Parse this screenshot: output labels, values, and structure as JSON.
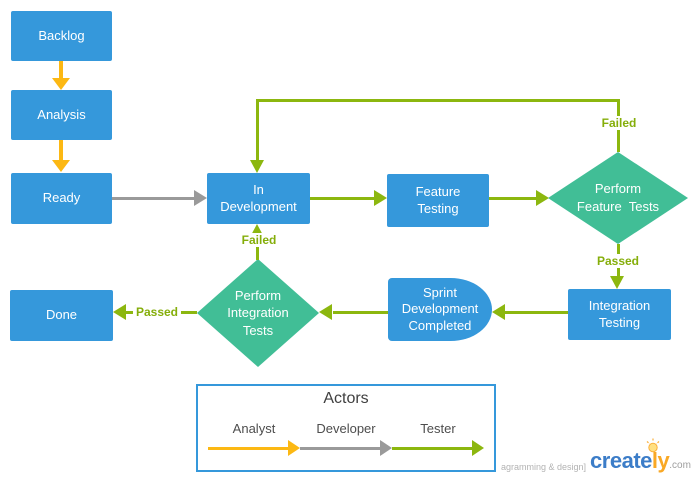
{
  "diagram": {
    "nodes": {
      "backlog": {
        "label": "Backlog",
        "shape": "process",
        "color": "#3598db"
      },
      "analysis": {
        "label": "Analysis",
        "shape": "process",
        "color": "#3598db"
      },
      "ready": {
        "label": "Ready",
        "shape": "process",
        "color": "#3598db"
      },
      "in_development": {
        "label": "In\nDevelopment",
        "shape": "process",
        "color": "#3598db"
      },
      "feature_testing": {
        "label": "Feature\nTesting",
        "shape": "process",
        "color": "#3598db"
      },
      "perform_feature_tests": {
        "label": "Perform\nFeature  Tests",
        "shape": "decision",
        "color": "#41be96"
      },
      "integration_testing": {
        "label": "Integration\nTesting",
        "shape": "process",
        "color": "#3598db"
      },
      "sprint_development_completed": {
        "label": "Sprint\nDevelopment\nCompleted",
        "shape": "delay",
        "color": "#3598db"
      },
      "perform_integration_tests": {
        "label": "Perform\nIntegration\nTests",
        "shape": "decision",
        "color": "#41be96"
      },
      "done": {
        "label": "Done",
        "shape": "process",
        "color": "#3598db"
      }
    },
    "edge_labels": {
      "failed": "Failed",
      "passed": "Passed"
    }
  },
  "legend": {
    "title": "Actors",
    "items": [
      {
        "label": "Analyst",
        "color": "#fcb813"
      },
      {
        "label": "Developer",
        "color": "#9a9a9a"
      },
      {
        "label": "Tester",
        "color": "#8cb70f"
      }
    ]
  },
  "footer": {
    "tagline": "agramming & design]",
    "brand": {
      "part1": "create",
      "part2": "ly",
      "suffix": ".com"
    }
  },
  "colors": {
    "node_blue": "#3598db",
    "decision_teal": "#41be96",
    "arrow_yellow": "#fcb813",
    "arrow_gray": "#9a9a9a",
    "arrow_green": "#8cb70f",
    "edge_label_green": "#85ae0a",
    "legend_border": "#3598db"
  }
}
